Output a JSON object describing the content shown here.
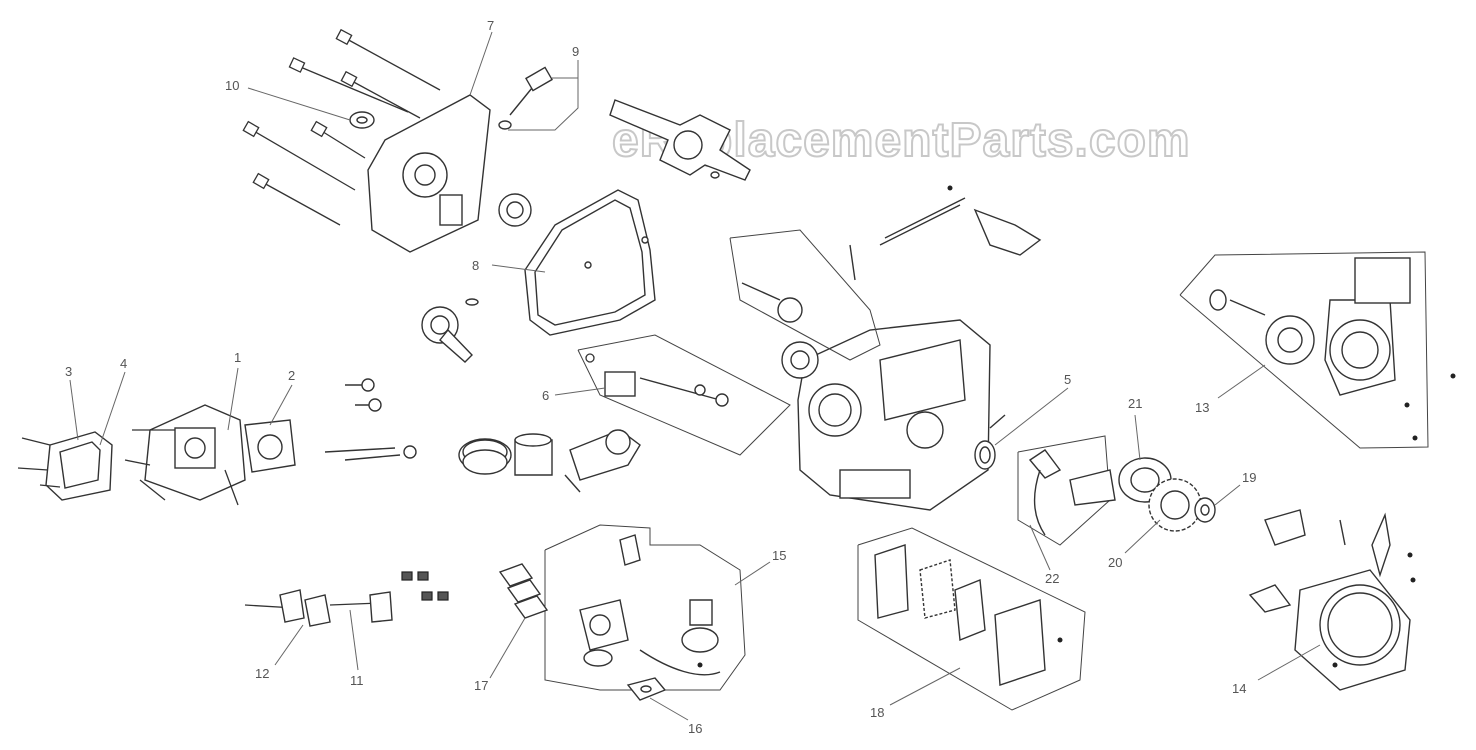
{
  "watermark": "eReplacementParts.com",
  "callouts": {
    "c1": "1",
    "c2": "2",
    "c3": "3",
    "c4": "4",
    "c5": "5",
    "c6": "6",
    "c7": "7",
    "c8": "8",
    "c9": "9",
    "c10": "10",
    "c11": "11",
    "c12": "12",
    "c13": "13",
    "c14": "14",
    "c15": "15",
    "c16": "16",
    "c17": "17",
    "c18": "18",
    "c19": "19",
    "c20": "20",
    "c21": "21",
    "c22": "22"
  }
}
